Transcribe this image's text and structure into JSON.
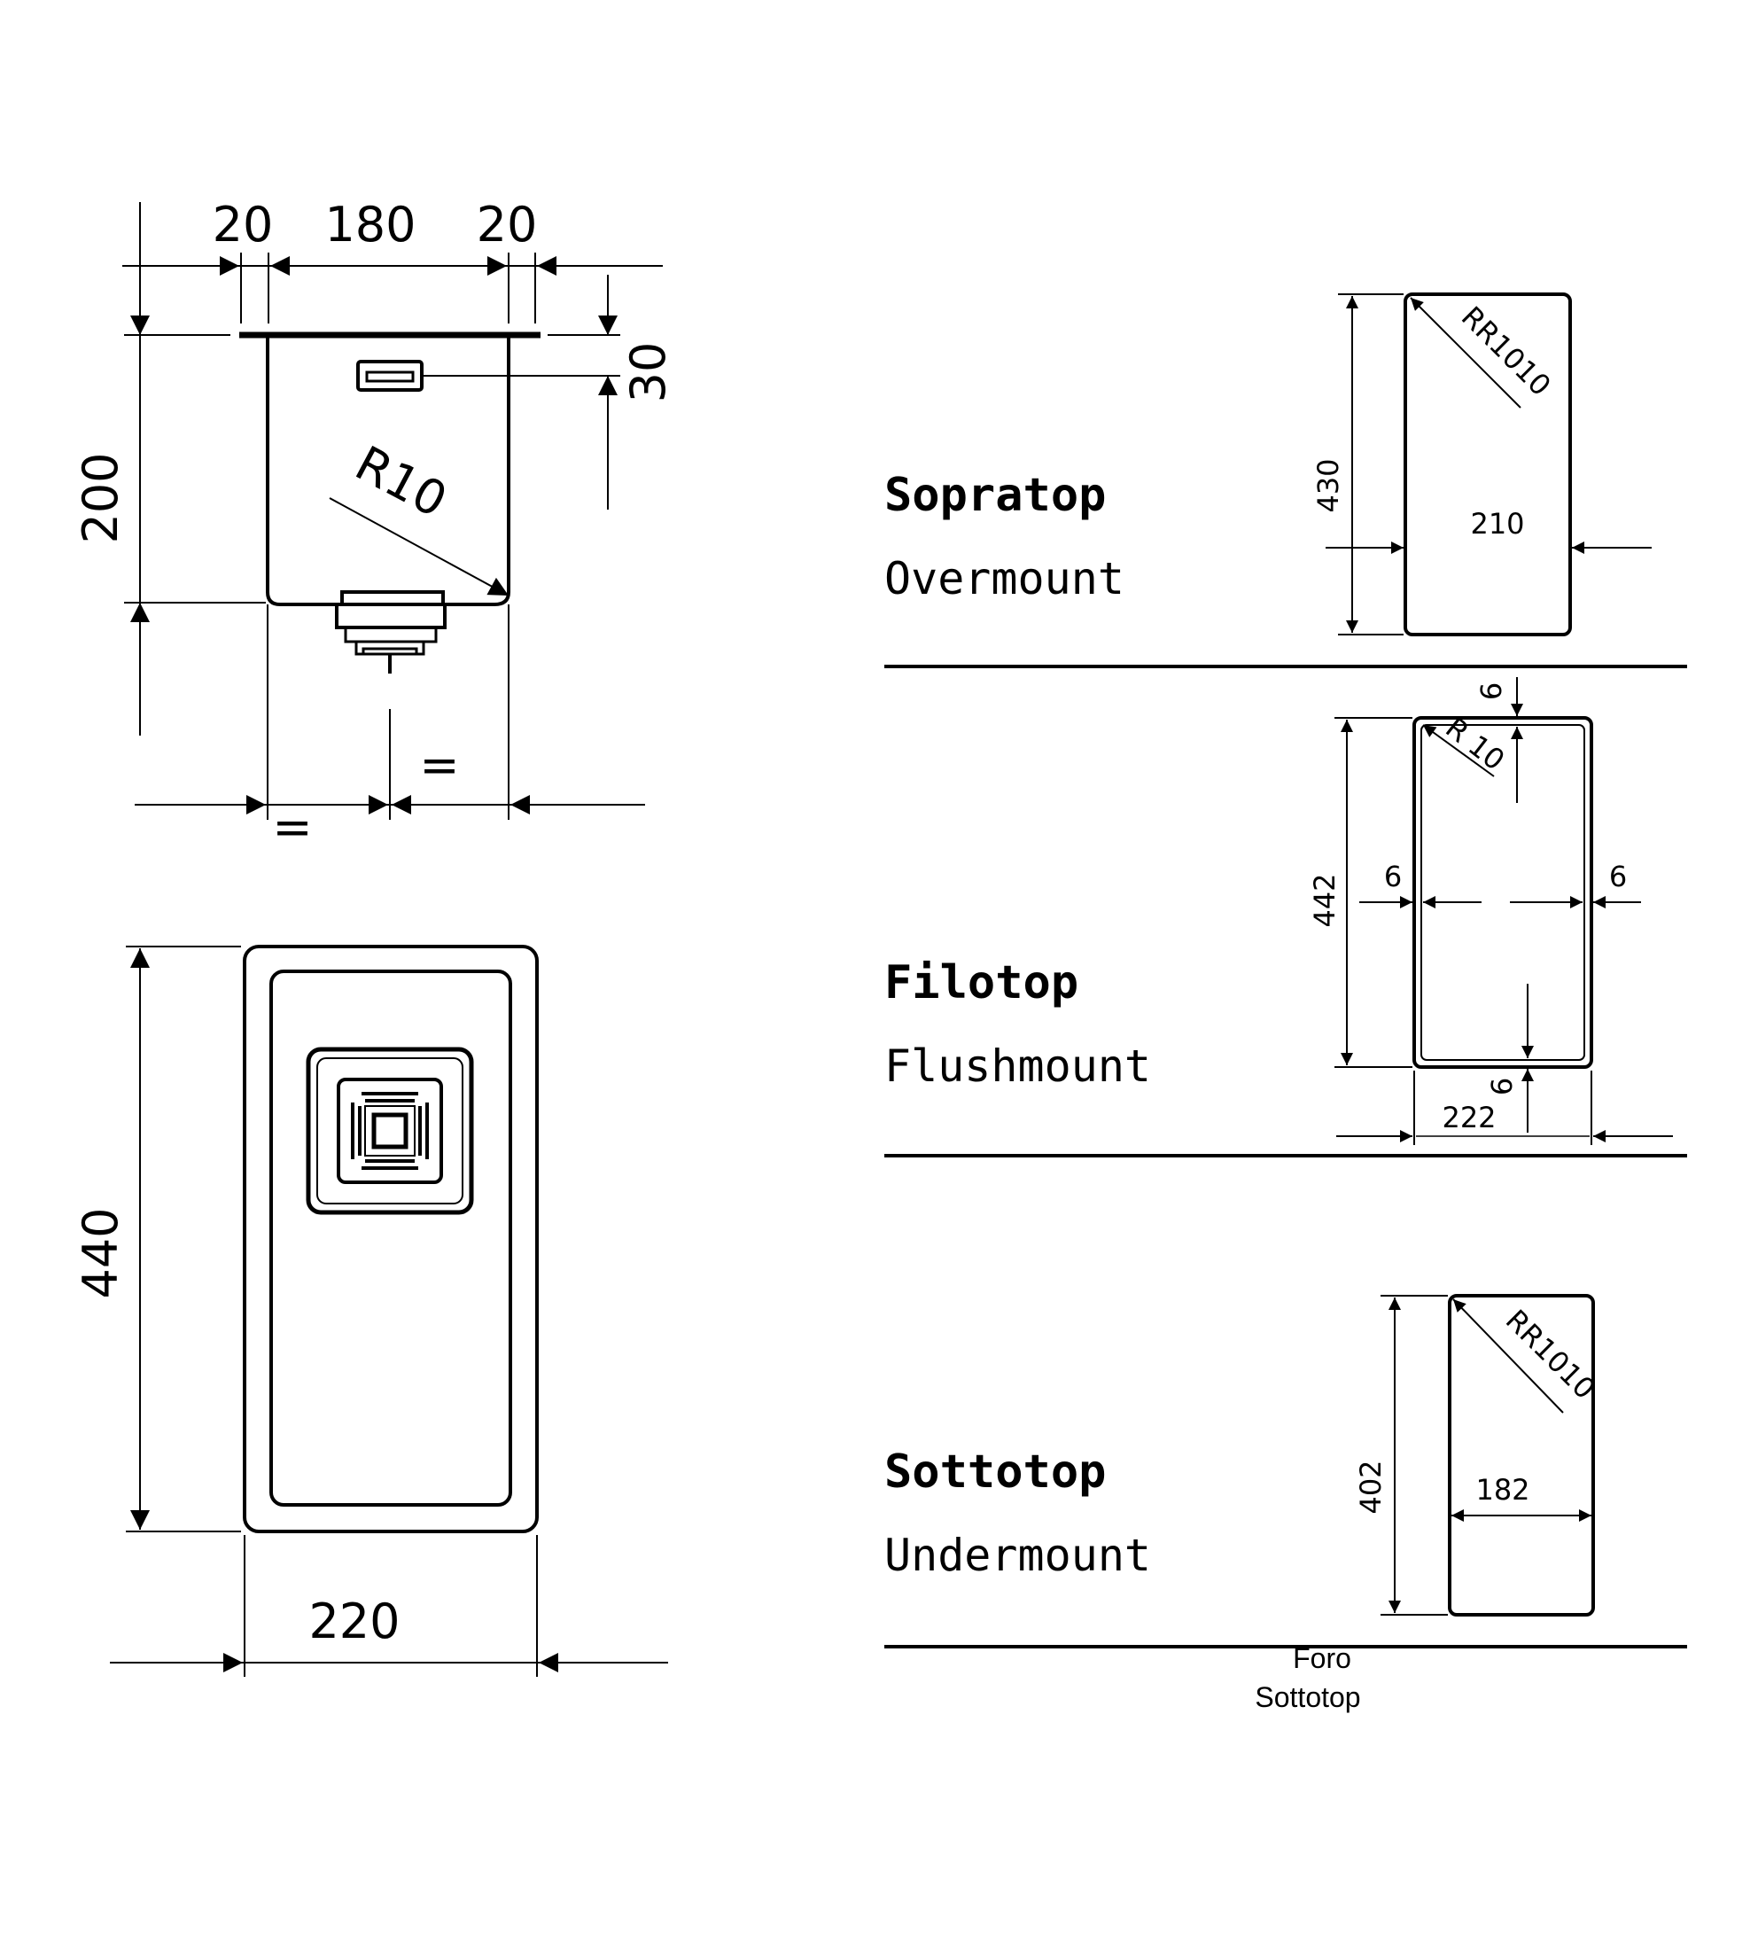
{
  "side_view": {
    "dims": {
      "left_flange": "20",
      "inner_width": "180",
      "right_flange": "20",
      "overflow_offset": "30",
      "depth": "200",
      "radius": "R10",
      "equal_right": "=",
      "equal_left": "="
    }
  },
  "top_view": {
    "dims": {
      "height": "440",
      "width": "220"
    }
  },
  "installations": [
    {
      "title": "Sopratop",
      "subtitle": "Overmount",
      "dims": {
        "height": "430",
        "width": "210",
        "radius": "RR1010"
      }
    },
    {
      "title": "Filotop",
      "subtitle": "Flushmount",
      "dims": {
        "height": "442",
        "width": "222",
        "radius": "R 10",
        "top_gap": "6",
        "bottom_gap": "6",
        "left_gap": "6",
        "right_gap": "6"
      }
    },
    {
      "title": "Sottotop",
      "subtitle": "Undermount",
      "dims": {
        "height": "402",
        "width": "182",
        "radius": "RR1010"
      },
      "note": [
        "Foro",
        "Sottotop"
      ]
    }
  ]
}
